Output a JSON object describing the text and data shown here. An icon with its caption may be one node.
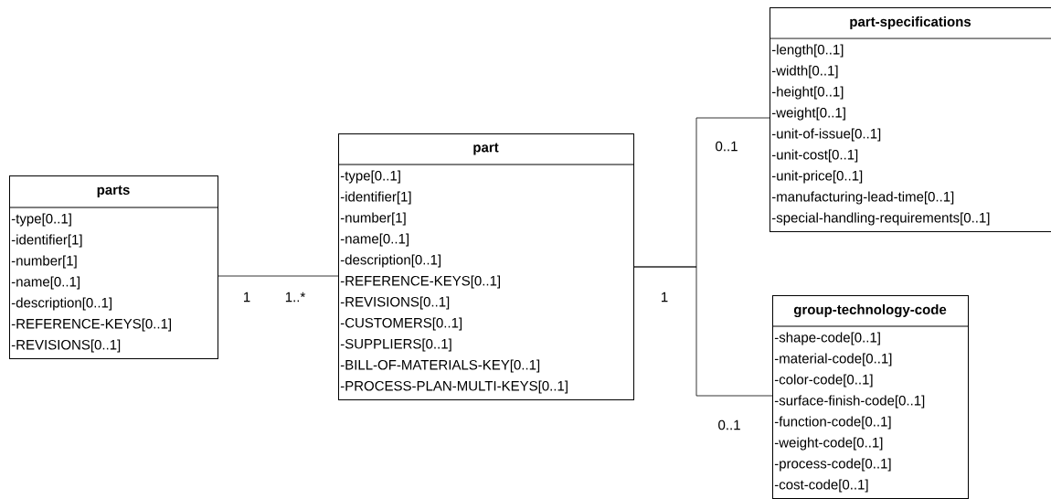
{
  "diagram": {
    "nodes": [
      {
        "text": [
          "parts",
          "-type[0..1]",
          "-identifier[1]",
          "-number[1]",
          "-name[0..1]",
          "-description[0..1]",
          "-REFERENCE-KEYS[0..1]",
          "-REVISIONS[0..1]"
        ]
      },
      {
        "text": [
          "part",
          "-type[0..1]",
          "-identifier[1]",
          "-number[1]",
          "-name[0..1]",
          "-description[0..1]",
          "-REFERENCE-KEYS[0..1]",
          "-REVISIONS[0..1]",
          "-CUSTOMERS[0..1]",
          "-SUPPLIERS[0..1]",
          "-BILL-OF-MATERIALS-KEY[0..1]",
          "-PROCESS-PLAN-MULTI-KEYS[0..1]"
        ]
      },
      {
        "text": [
          "part-specifications",
          "-length[0..1]",
          "-width[0..1]",
          "-height[0..1]",
          "-weight[0..1]",
          "-unit-of-issue[0..1]",
          "-unit-cost[0..1]",
          "-unit-price[0..1]",
          "-manufacturing-lead-time[0..1]",
          "-special-handling-requirements[0..1]"
        ]
      },
      {
        "text": [
          "group-technology-code",
          "-shape-code[0..1]",
          "-material-code[0..1]",
          "-color-code[0..1]",
          "-surface-finish-code[0..1]",
          "-function-code[0..1]",
          "-weight-code[0..1]",
          "-process-code[0..1]",
          "-cost-code[0..1]"
        ]
      }
    ],
    "edges": [
      {
        "from": 0,
        "to": 1,
        "arrow": "none"
      },
      {
        "from": 1,
        "to": 2,
        "arrow": "none"
      },
      {
        "from": 1,
        "to": 3,
        "arrow": "none"
      }
    ],
    "labels": [
      "0..1",
      "1",
      "1..*",
      "1",
      "0..1"
    ]
  }
}
